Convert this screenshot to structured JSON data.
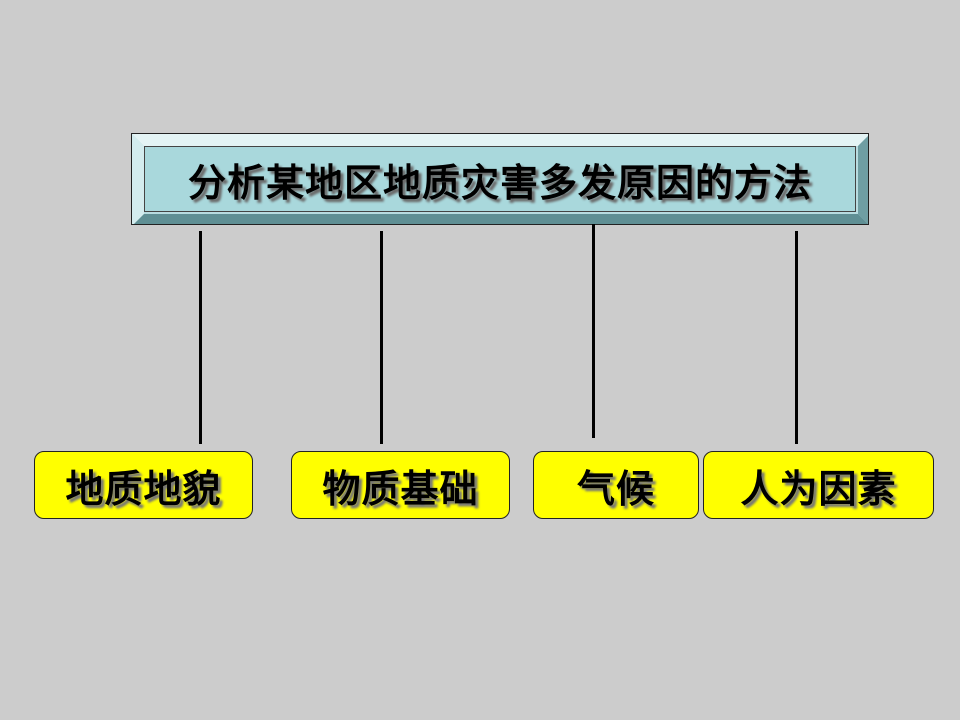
{
  "diagram": {
    "title": "分析某地区地质灾害多发原因的方法",
    "children": [
      {
        "label": "地质地貌"
      },
      {
        "label": "物质基础"
      },
      {
        "label": "气候"
      },
      {
        "label": "人为因素"
      }
    ]
  },
  "colors": {
    "background": "#cccccc",
    "title_fill": "#a9d8dc",
    "leaf_fill": "#ffff00",
    "line": "#000000"
  }
}
